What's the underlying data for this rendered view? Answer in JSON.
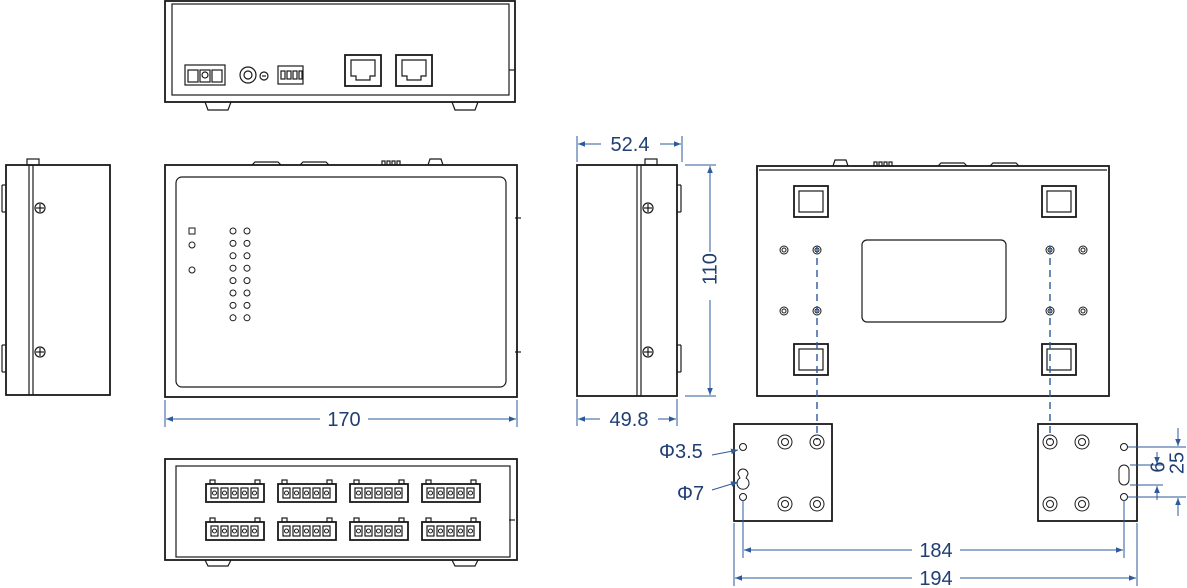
{
  "dimensions": {
    "front_width": "170",
    "side_top_depth": "52.4",
    "side_height": "110",
    "side_bottom_depth": "49.8",
    "hole_small": "Φ3.5",
    "hole_large": "Φ7",
    "vertical_spacing": "25",
    "slot_length": "6",
    "hole_pitch": "184",
    "bracket_width": "194"
  },
  "colors": {
    "outline": "#1a1a1a",
    "dimension_line": "#2d5a9a",
    "dimension_text": "#1f3f73"
  }
}
